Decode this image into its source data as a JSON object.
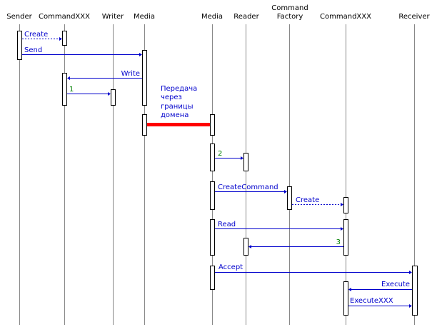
{
  "colors": {
    "lifeline": "#888888",
    "message": "#0000cc",
    "sequence_number": "#008000",
    "domain_boundary": "#ff0000",
    "activation_border": "#000000"
  },
  "participants": [
    {
      "id": "sender",
      "label": [
        "Sender"
      ]
    },
    {
      "id": "commandxxx-1",
      "label": [
        "CommandXXX"
      ]
    },
    {
      "id": "writer",
      "label": [
        "Writer"
      ]
    },
    {
      "id": "media-1",
      "label": [
        "Media"
      ]
    },
    {
      "id": "media-2",
      "label": [
        "Media"
      ]
    },
    {
      "id": "reader",
      "label": [
        "Reader"
      ]
    },
    {
      "id": "command-factory",
      "label": [
        "Command",
        "Factory"
      ]
    },
    {
      "id": "commandxxx-2",
      "label": [
        "CommandXXX"
      ]
    },
    {
      "id": "receiver",
      "label": [
        "Receiver"
      ]
    }
  ],
  "messages": [
    {
      "from": "sender",
      "to": "commandxxx-1",
      "label": "Create",
      "style": "dashed"
    },
    {
      "from": "sender",
      "to": "media-1",
      "label": "Send",
      "style": "solid"
    },
    {
      "from": "media-1",
      "to": "commandxxx-1",
      "label": "Write",
      "style": "solid"
    },
    {
      "from": "commandxxx-1",
      "to": "writer",
      "label": "1",
      "style": "solid",
      "kind": "number"
    },
    {
      "from": "media-2",
      "to": "reader",
      "label": "2",
      "style": "solid",
      "kind": "number"
    },
    {
      "from": "media-2",
      "to": "command-factory",
      "label": "CreateCommand",
      "style": "solid"
    },
    {
      "from": "command-factory",
      "to": "commandxxx-2",
      "label": "Create",
      "style": "dashed"
    },
    {
      "from": "media-2",
      "to": "commandxxx-2",
      "label": "Read",
      "style": "solid"
    },
    {
      "from": "commandxxx-2",
      "to": "reader",
      "label": "3",
      "style": "solid",
      "kind": "number"
    },
    {
      "from": "media-2",
      "to": "receiver",
      "label": "Accept",
      "style": "solid"
    },
    {
      "from": "receiver",
      "to": "commandxxx-2",
      "label": "Execute",
      "style": "solid"
    },
    {
      "from": "commandxxx-2",
      "to": "receiver",
      "label": "ExecuteXXX",
      "style": "solid"
    }
  ],
  "domain_boundary": {
    "from": "media-1",
    "to": "media-2",
    "note": [
      "Передача",
      "через",
      "границы",
      "домена"
    ]
  }
}
